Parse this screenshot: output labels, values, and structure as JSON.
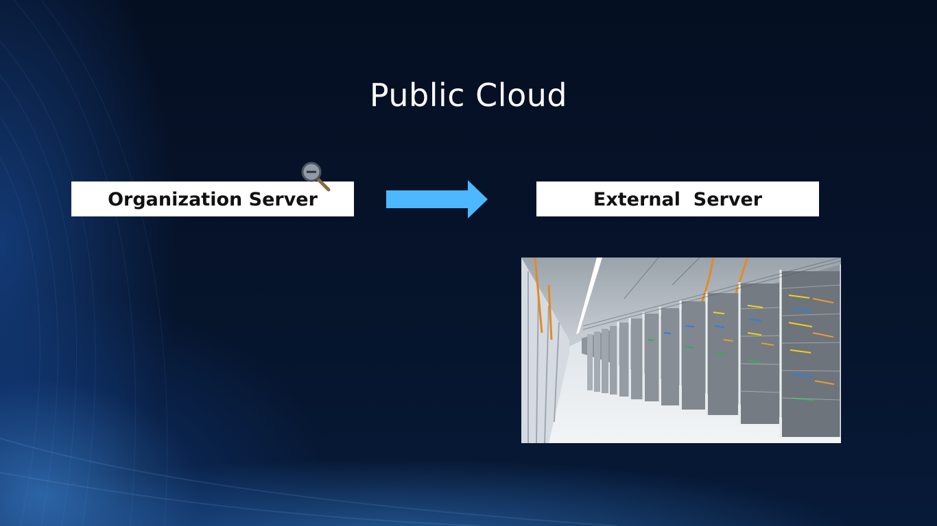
{
  "slide": {
    "title": "Public Cloud",
    "left_box_label": "Organization Server",
    "right_box_label": "External  Server",
    "arrow_icon": "right-arrow-icon",
    "cursor_icon": "magnifier-zoom-out-icon",
    "image_subject": "data-center-server-racks",
    "colors": {
      "background": "#05122a",
      "title_text": "#ffffff",
      "box_fill": "#ffffff",
      "box_text": "#111111",
      "arrow": "#4db8ff"
    }
  }
}
